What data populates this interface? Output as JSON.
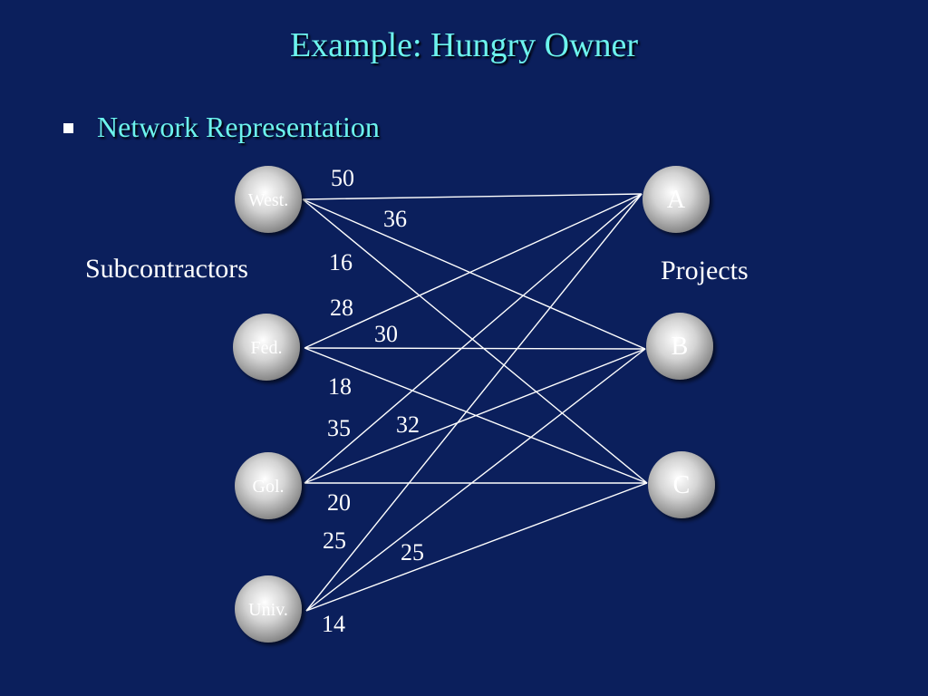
{
  "title": "Example:  Hungry Owner",
  "bullet": "Network Representation",
  "left_group_label": "Subcontractors",
  "right_group_label": "Projects",
  "colors": {
    "background": "#0b1f5c",
    "title": "#6cf3ee",
    "edge": "#ffffff"
  },
  "subcontractors": [
    {
      "id": "west",
      "label": "West."
    },
    {
      "id": "fed",
      "label": "Fed."
    },
    {
      "id": "gol",
      "label": "Gol."
    },
    {
      "id": "univ",
      "label": "Univ."
    }
  ],
  "projects": [
    {
      "id": "A",
      "label": "A"
    },
    {
      "id": "B",
      "label": "B"
    },
    {
      "id": "C",
      "label": "C"
    }
  ],
  "edges": [
    {
      "from": "west",
      "to": "A",
      "cost": "50"
    },
    {
      "from": "west",
      "to": "B",
      "cost": "36"
    },
    {
      "from": "west",
      "to": "C",
      "cost": "16"
    },
    {
      "from": "fed",
      "to": "A",
      "cost": "28"
    },
    {
      "from": "fed",
      "to": "B",
      "cost": "30"
    },
    {
      "from": "fed",
      "to": "C",
      "cost": "18"
    },
    {
      "from": "gol",
      "to": "A",
      "cost": "35"
    },
    {
      "from": "gol",
      "to": "B",
      "cost": "32"
    },
    {
      "from": "gol",
      "to": "C",
      "cost": "20"
    },
    {
      "from": "univ",
      "to": "A",
      "cost": "25"
    },
    {
      "from": "univ",
      "to": "B",
      "cost": "25"
    },
    {
      "from": "univ",
      "to": "C",
      "cost": "14"
    }
  ]
}
